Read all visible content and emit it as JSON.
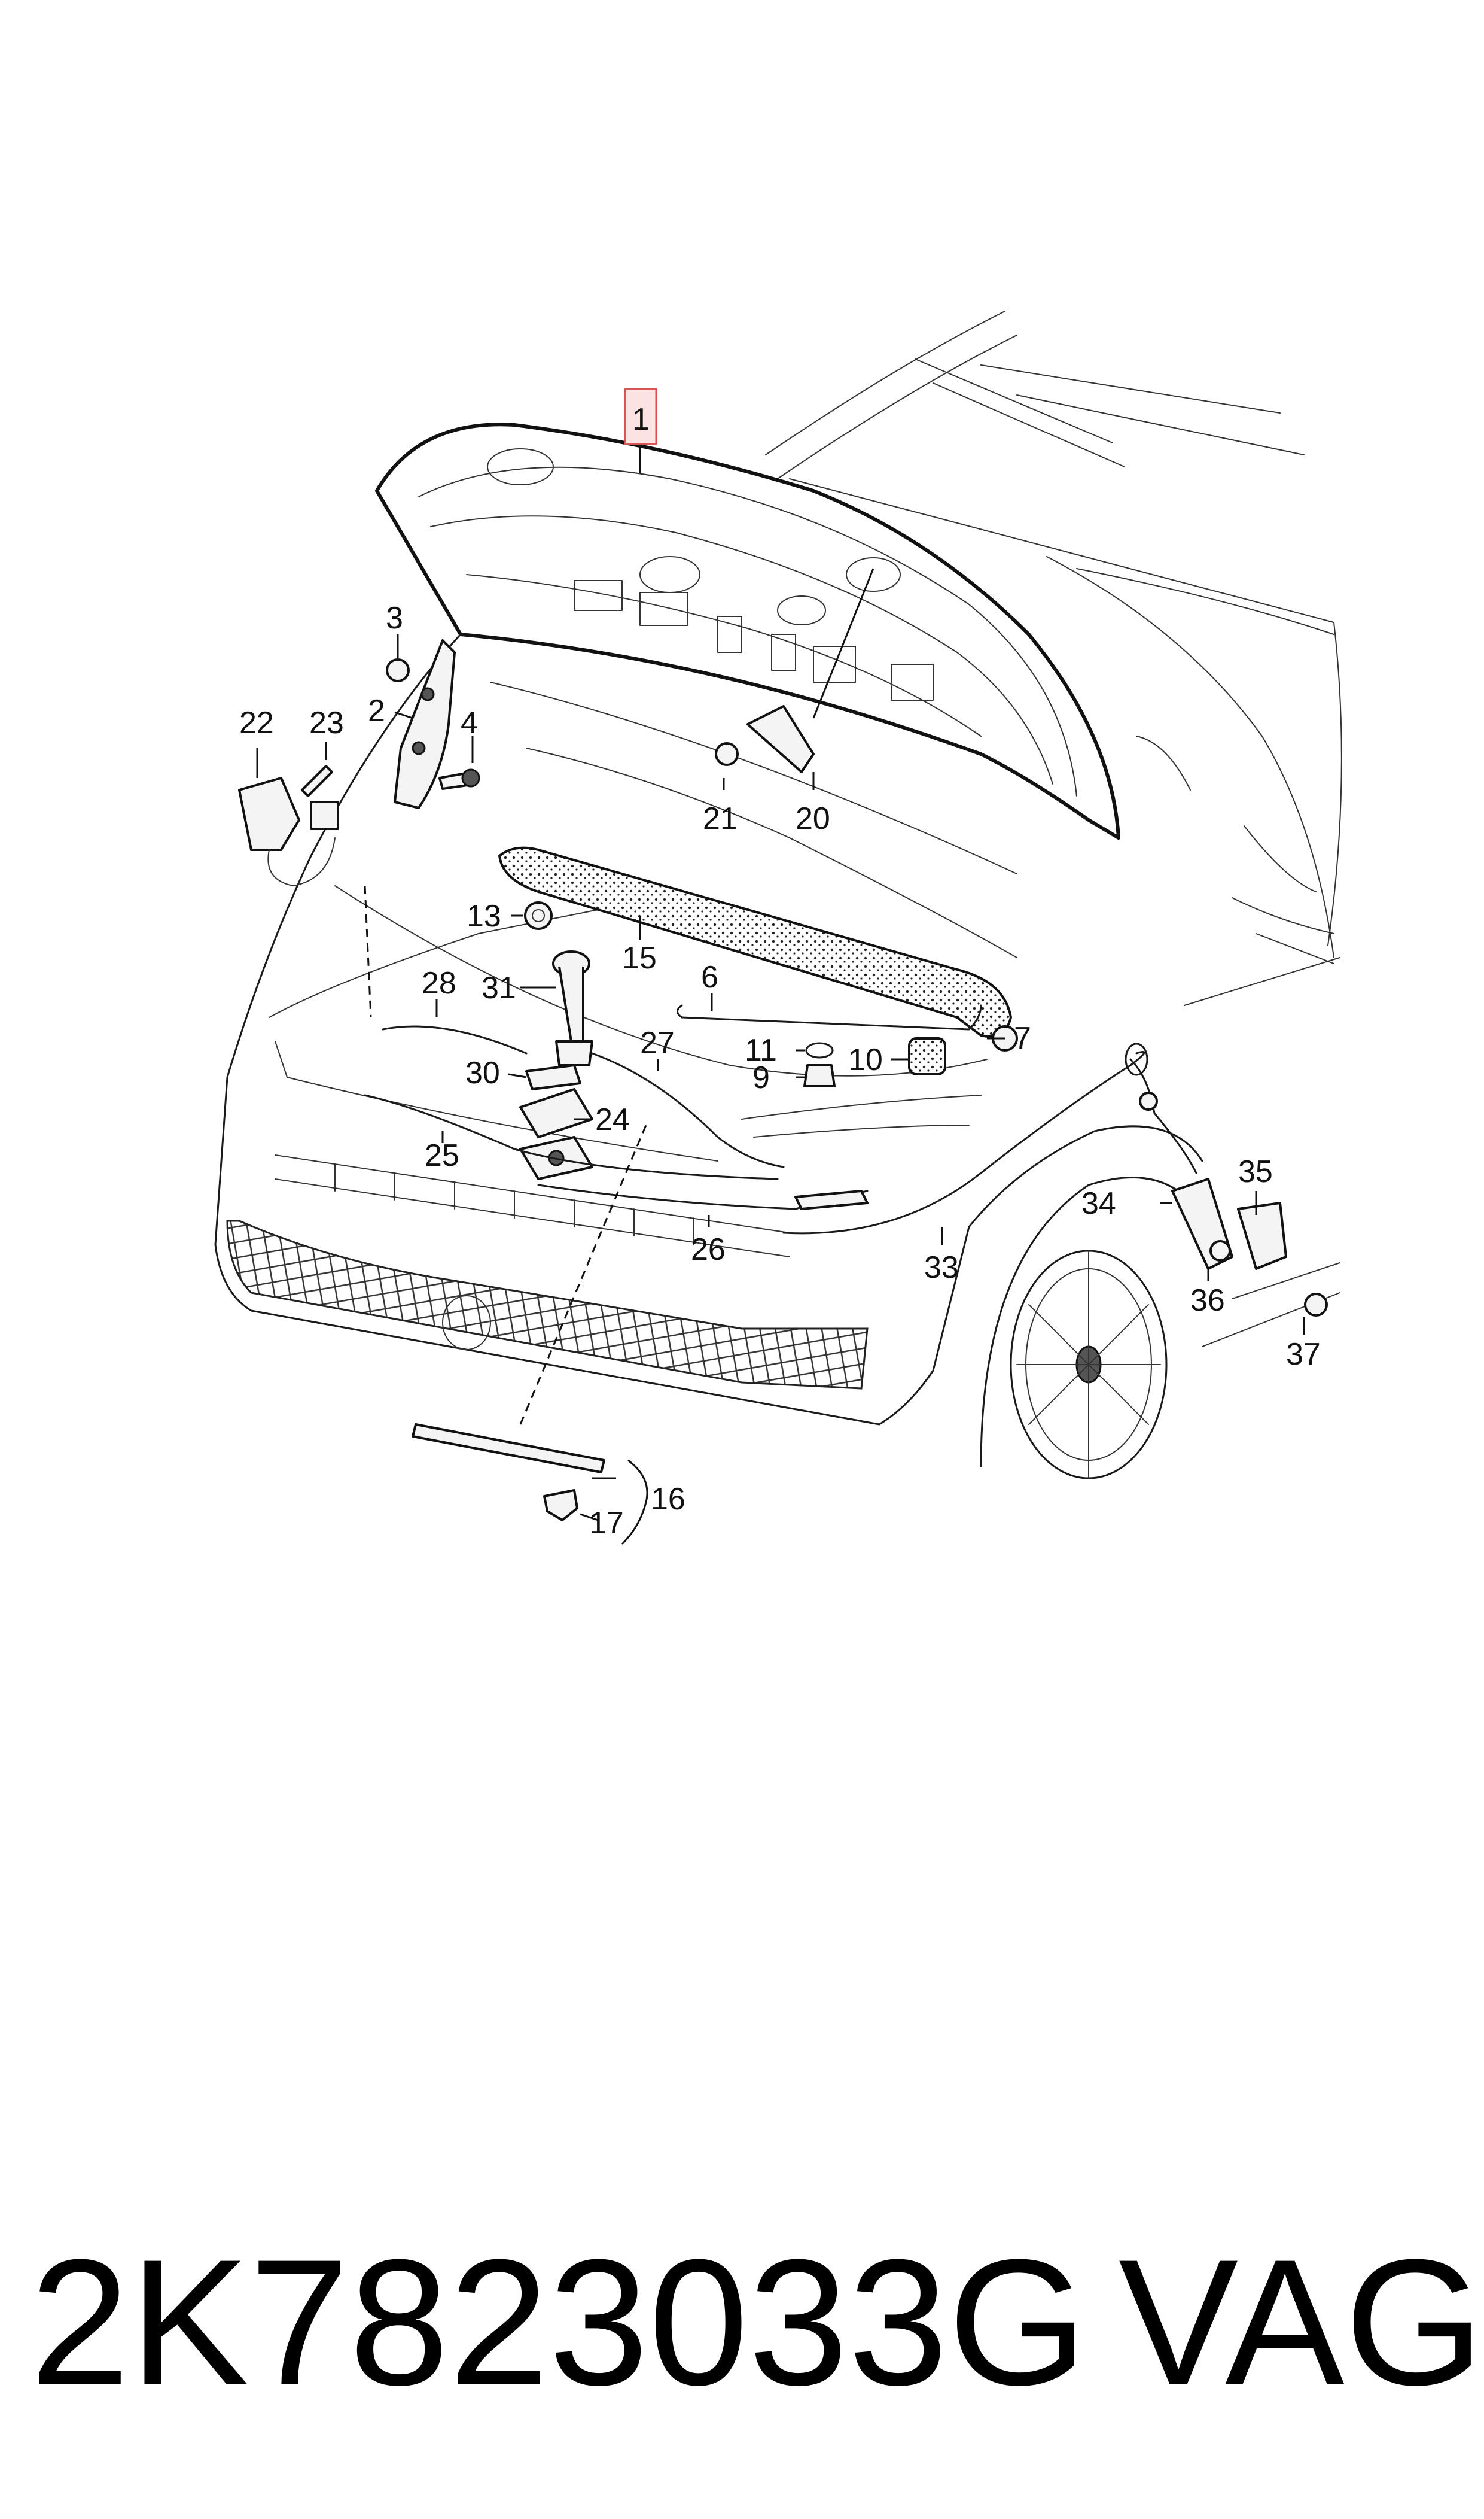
{
  "callouts": [
    {
      "id": "1",
      "label": "1",
      "highlighted": true
    },
    {
      "id": "2",
      "label": "2"
    },
    {
      "id": "3",
      "label": "3"
    },
    {
      "id": "4",
      "label": "4"
    },
    {
      "id": "6",
      "label": "6"
    },
    {
      "id": "7",
      "label": "7"
    },
    {
      "id": "9",
      "label": "9"
    },
    {
      "id": "10",
      "label": "10"
    },
    {
      "id": "11",
      "label": "11"
    },
    {
      "id": "13",
      "label": "13"
    },
    {
      "id": "15",
      "label": "15"
    },
    {
      "id": "16",
      "label": "16"
    },
    {
      "id": "17",
      "label": "17"
    },
    {
      "id": "20",
      "label": "20"
    },
    {
      "id": "21",
      "label": "21"
    },
    {
      "id": "22",
      "label": "22"
    },
    {
      "id": "23",
      "label": "23"
    },
    {
      "id": "24",
      "label": "24"
    },
    {
      "id": "25",
      "label": "25"
    },
    {
      "id": "26",
      "label": "26"
    },
    {
      "id": "27",
      "label": "27"
    },
    {
      "id": "28",
      "label": "28"
    },
    {
      "id": "30",
      "label": "30"
    },
    {
      "id": "31",
      "label": "31"
    },
    {
      "id": "33",
      "label": "33"
    },
    {
      "id": "34",
      "label": "34"
    },
    {
      "id": "35",
      "label": "35"
    },
    {
      "id": "36",
      "label": "36"
    },
    {
      "id": "37",
      "label": "37"
    }
  ],
  "footer": {
    "part_number": "2K7823033G",
    "brand": "VAG"
  },
  "colors": {
    "ink": "#111111",
    "highlight_box_stroke": "#d9534f",
    "highlight_box_fill": "#fbe3e3",
    "background": "#ffffff"
  }
}
